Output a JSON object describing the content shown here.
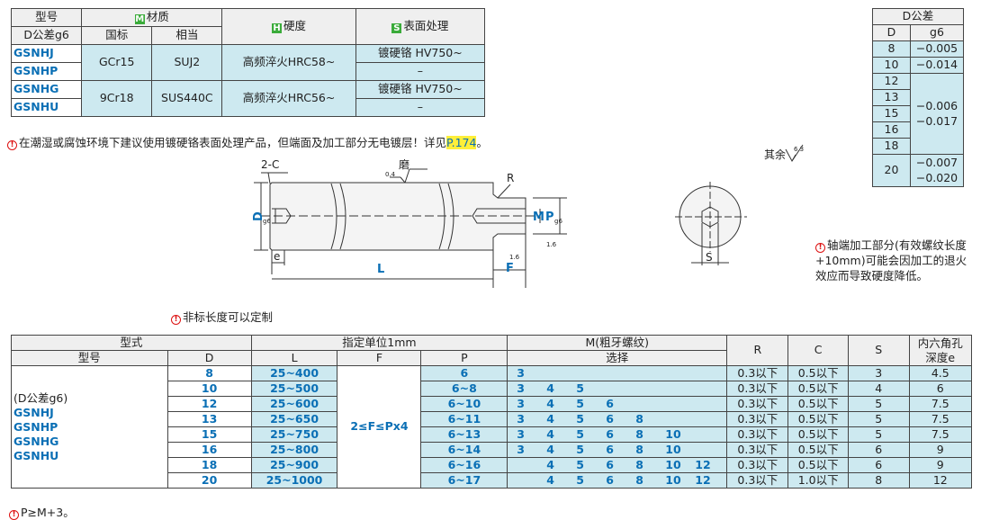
{
  "top_table": {
    "h_model": "型号",
    "h_material": "材质",
    "h_hardness": "硬度",
    "h_surface": "表面处理",
    "badge_m": "M",
    "badge_h": "H",
    "badge_s": "S",
    "h_dtol": "D公差g6",
    "h_gb": "国标",
    "h_eq": "相当",
    "rows": [
      {
        "code": "GSNHJ",
        "gb": "GCr15",
        "eq": "SUJ2",
        "hard": "高频淬火HRC58~",
        "surf": "镀硬铬 HV750~"
      },
      {
        "code": "GSNHP",
        "surf": "–"
      },
      {
        "code": "GSNHG",
        "gb": "9Cr18",
        "eq": "SUS440C",
        "hard": "高频淬火HRC56~",
        "surf": "镀硬铬 HV750~"
      },
      {
        "code": "GSNHU",
        "surf": "–"
      }
    ]
  },
  "tol_table": {
    "title": "D公差",
    "h_d": "D",
    "h_g6": "g6",
    "rows": [
      {
        "d": "8",
        "g": "−0.005"
      },
      {
        "d": "10",
        "g": "−0.014"
      },
      {
        "d": "12"
      },
      {
        "d": "13",
        "g": "−0.006"
      },
      {
        "d": "15",
        "g": "−0.017"
      },
      {
        "d": "16"
      },
      {
        "d": "18"
      },
      {
        "d": "20",
        "g1": "−0.007",
        "g2": "−0.020"
      }
    ]
  },
  "note1": {
    "text": "在潮湿或腐蚀环境下建议使用镀硬铬表面处理产品，但端面及加工部分无电镀层！详见",
    "link": "P.174",
    "end": "。"
  },
  "drawing": {
    "chamfer": "2-C",
    "grind": "磨",
    "r": "R",
    "d": "D",
    "g6": "g6",
    "m": "M",
    "p": "P",
    "e": "e",
    "l": "L",
    "f": "F",
    "s": "S",
    "ra1": "0.4",
    "ra2": "1.6",
    "ra3": "1.6",
    "rest": "其余",
    "rest_ra": "6.3"
  },
  "note2": "轴端加工部分(有效螺纹长度+10mm)可能会因加工的退火效应而导致硬度降低。",
  "note3": "非标长度可以定制",
  "main_table": {
    "h_type": "型式",
    "h_unit": "指定单位1mm",
    "h_m": "M(粗牙螺纹)",
    "h_r": "R",
    "h_c": "C",
    "h_s": "S",
    "h_hex": "内六角孔",
    "h_hex2": "深度e",
    "h_model": "型号",
    "h_d": "D",
    "h_l": "L",
    "h_f": "F",
    "h_p": "P",
    "h_sel": "选择",
    "models": [
      "(D公差g6)",
      "GSNHJ",
      "GSNHP",
      "GSNHG",
      "GSNHU"
    ],
    "f_range": "2≤F≤Px4",
    "rows": [
      {
        "d": "8",
        "l": "25~400",
        "p": "6",
        "m": [
          "3",
          "",
          "",
          "",
          "",
          "",
          ""
        ],
        "r": "0.3以下",
        "c": "0.5以下",
        "s": "3",
        "e": "4.5"
      },
      {
        "d": "10",
        "l": "25~500",
        "p": "6~8",
        "m": [
          "3",
          "4",
          "5",
          "",
          "",
          "",
          ""
        ],
        "r": "0.3以下",
        "c": "0.5以下",
        "s": "4",
        "e": "6"
      },
      {
        "d": "12",
        "l": "25~600",
        "p": "6~10",
        "m": [
          "3",
          "4",
          "5",
          "6",
          "",
          "",
          ""
        ],
        "r": "0.3以下",
        "c": "0.5以下",
        "s": "5",
        "e": "7.5"
      },
      {
        "d": "13",
        "l": "25~650",
        "p": "6~11",
        "m": [
          "3",
          "4",
          "5",
          "6",
          "8",
          "",
          ""
        ],
        "r": "0.3以下",
        "c": "0.5以下",
        "s": "5",
        "e": "7.5"
      },
      {
        "d": "15",
        "l": "25~750",
        "p": "6~13",
        "m": [
          "3",
          "4",
          "5",
          "6",
          "8",
          "10",
          ""
        ],
        "r": "0.3以下",
        "c": "0.5以下",
        "s": "5",
        "e": "7.5"
      },
      {
        "d": "16",
        "l": "25~800",
        "p": "6~14",
        "m": [
          "3",
          "4",
          "5",
          "6",
          "8",
          "10",
          ""
        ],
        "r": "0.3以下",
        "c": "0.5以下",
        "s": "6",
        "e": "9"
      },
      {
        "d": "18",
        "l": "25~900",
        "p": "6~16",
        "m": [
          "",
          "4",
          "5",
          "6",
          "8",
          "10",
          "12"
        ],
        "r": "0.3以下",
        "c": "0.5以下",
        "s": "6",
        "e": "9"
      },
      {
        "d": "20",
        "l": "25~1000",
        "p": "6~17",
        "m": [
          "",
          "4",
          "5",
          "6",
          "8",
          "10",
          "12"
        ],
        "r": "0.3以下",
        "c": "1.0以下",
        "s": "8",
        "e": "12"
      }
    ]
  },
  "note4": "P≥M+3。"
}
